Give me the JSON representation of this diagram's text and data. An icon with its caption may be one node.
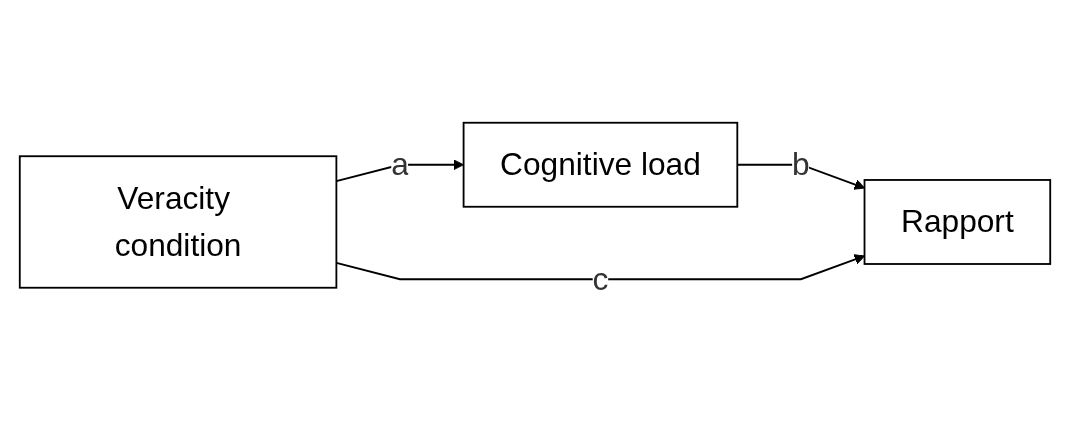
{
  "diagram": {
    "nodes": [
      {
        "text": [
          "Veracity condition"
        ]
      },
      {
        "text": [
          "Cognitive load"
        ]
      },
      {
        "text": [
          "Rapport"
        ]
      }
    ],
    "edges": [
      {
        "from": 0,
        "to": 1,
        "arrow": "to",
        "label": "a"
      },
      {
        "from": 1,
        "to": 2,
        "arrow": "to",
        "label": "b"
      },
      {
        "from": 0,
        "to": 2,
        "arrow": "to",
        "label": "c"
      }
    ]
  }
}
